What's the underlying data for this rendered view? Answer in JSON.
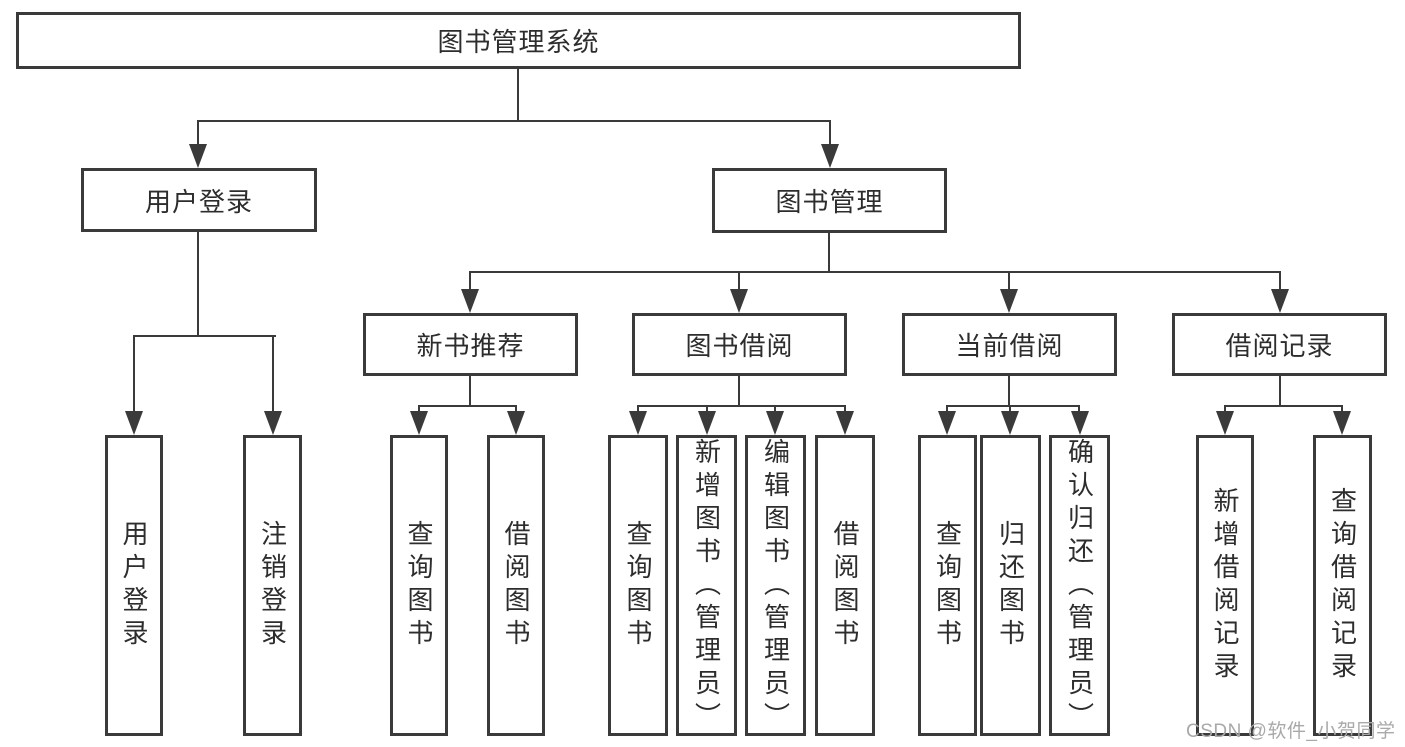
{
  "diagram_title": "图书管理系统",
  "tree": {
    "root": "图书管理系统",
    "branches": [
      {
        "label": "用户登录",
        "children": [
          "用户登录",
          "注销登录"
        ]
      },
      {
        "label": "图书管理",
        "children": [
          {
            "label": "新书推荐",
            "children": [
              "查询图书",
              "借阅图书"
            ]
          },
          {
            "label": "图书借阅",
            "children": [
              "查询图书",
              "新增图书（管理员）",
              "编辑图书（管理员）",
              "借阅图书"
            ]
          },
          {
            "label": "当前借阅",
            "children": [
              "查询图书",
              "归还图书",
              "确认归还（管理员）"
            ]
          },
          {
            "label": "借阅记录",
            "children": [
              "新增借阅记录",
              "查询借阅记录"
            ]
          }
        ]
      }
    ]
  },
  "watermark": "CSDN @软件_小贺同学",
  "colors": {
    "line": "#3a3a3a",
    "box_border": "#3a3a3a",
    "text": "#2d2d2d",
    "background": "#ffffff",
    "watermark": "#a9a9a9"
  }
}
